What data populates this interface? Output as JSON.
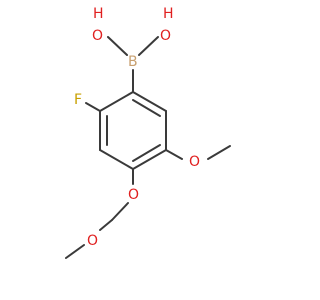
{
  "molecule": {
    "atoms": {
      "boron": "B",
      "oh_left": "H",
      "oh_left_o": "O",
      "oh_right_o": "O",
      "oh_right": "H",
      "fluorine": "F",
      "methoxy_o": "O",
      "mom_ring_o": "O",
      "mom_chain_o": "O"
    },
    "colors": {
      "bond": "#3a3a3a",
      "boron": "#c8a070",
      "oxygen": "#e02020",
      "fluorine": "#c8a000",
      "hydrogen": "#e02020"
    }
  }
}
